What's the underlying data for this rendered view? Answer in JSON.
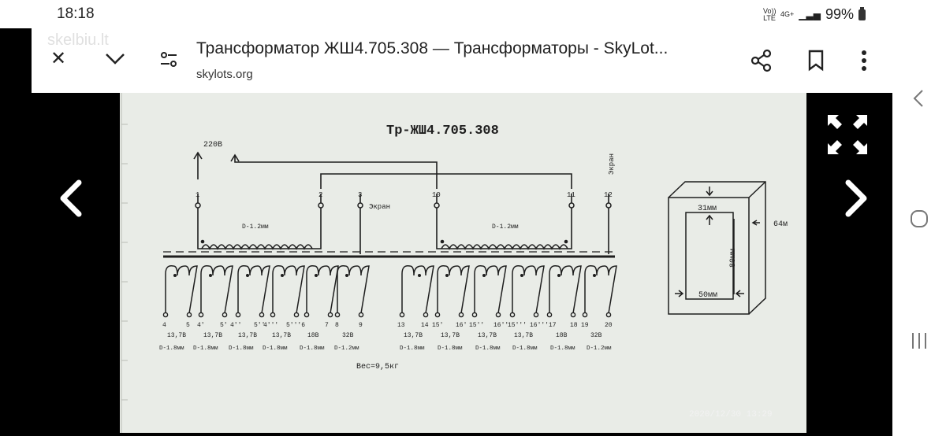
{
  "status_bar": {
    "time": "18:18",
    "volte": "Vo)) LTE",
    "network": "4G+",
    "battery": "99%"
  },
  "header": {
    "title": "Трансформатор ЖШ4.705.308 — Трансформаторы - SkyLot...",
    "url": "skylots.org",
    "watermark": "skelbiu.lt"
  },
  "image": {
    "diagram_title": "Тр-ЖШ4.705.308",
    "voltage_in": "220В",
    "screen_label": "Экран",
    "screen_label_vertical": "Экран",
    "top_pins": [
      "1",
      "2",
      "3",
      "10",
      "11",
      "12"
    ],
    "wire_top_left": "D-1.2мм",
    "wire_top_right": "D-1.2мм",
    "bottom_pins": [
      "4",
      "5",
      "4'",
      "5'",
      "4''",
      "5''",
      "4'''",
      "5'''6",
      "7",
      "8",
      "9",
      "13",
      "14",
      "15'",
      "16'",
      "15''",
      "16''",
      "15'''",
      "16'''17",
      "18",
      "19",
      "20"
    ],
    "voltages": [
      "13,7В",
      "13,7В",
      "13,7В",
      "13,7В",
      "18В",
      "32В",
      "13,7В",
      "13,7В",
      "13,7В",
      "13,7В",
      "18В",
      "32В"
    ],
    "wires": [
      "D-1.8мм",
      "D-1.8мм",
      "D-1.8мм",
      "D-1.8мм",
      "D-1.8мм",
      "D-1.2мм",
      "D-1.8мм",
      "D-1.8мм",
      "D-1.8мм",
      "D-1.8мм",
      "D-1.8мм",
      "D-1.2мм"
    ],
    "weight": "Вес=9,5кг",
    "core_width": "31мм",
    "core_height": "80мм",
    "core_bottom": "50мм",
    "core_depth": "64м",
    "timestamp": "2020/12/30  13:29"
  },
  "colors": {
    "drawing": "#1e1e1e",
    "paper": "#e9ece7",
    "bezel": "#000000"
  }
}
